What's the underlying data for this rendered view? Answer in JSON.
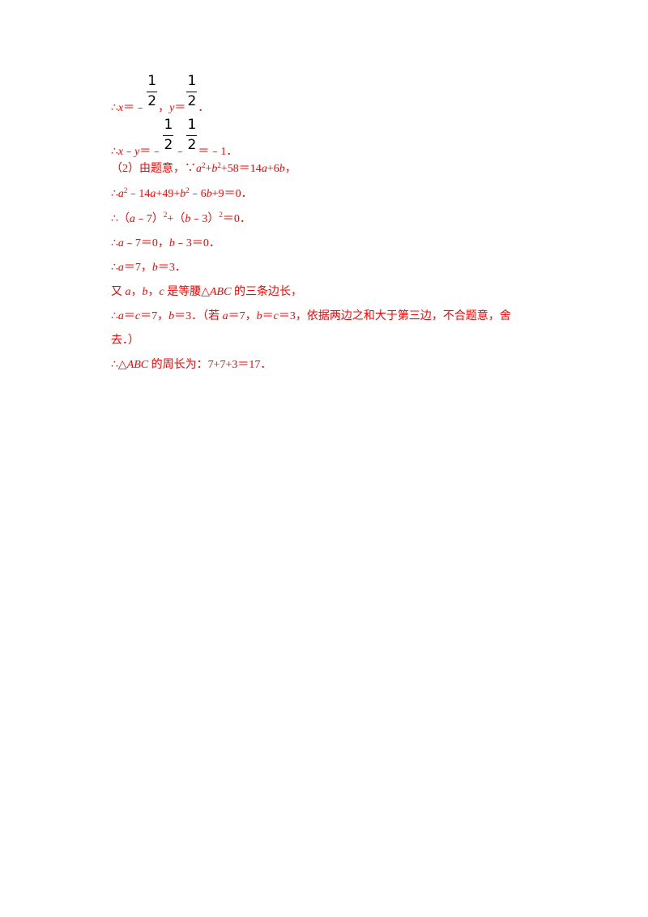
{
  "lines": {
    "l1": {
      "prefix": "∴",
      "x": "x",
      "eq1": "＝﹣",
      "frac1": {
        "num": "1",
        "den": "2"
      },
      "sep": "，",
      "y": "y",
      "eq2": "＝",
      "frac2": {
        "num": "1",
        "den": "2"
      },
      "end": "．"
    },
    "l2": {
      "prefix": "∴",
      "x": "x",
      "minus1": "﹣",
      "y": "y",
      "eq": "＝﹣",
      "frac1": {
        "num": "1",
        "den": "2"
      },
      "minus2": "﹣",
      "frac2": {
        "num": "1",
        "den": "2"
      },
      "result": "＝﹣1．"
    },
    "l3": {
      "label": "（2）由题意，∵",
      "a": "a",
      "exp": "2",
      "plus": "+",
      "b": "b",
      "exp2": "2",
      "mid": "+58＝14",
      "a2": "a",
      "plus2": "+6",
      "b2": "b",
      "end": "，"
    },
    "l4": {
      "prefix": "∴",
      "a": "a",
      "exp": "2",
      "t1": "﹣14",
      "a2": "a",
      "t2": "+49+",
      "b": "b",
      "exp2": "2",
      "t3": "﹣6",
      "b2": "b",
      "t4": "+9＝0．"
    },
    "l5": {
      "prefix": "∴（",
      "a": "a",
      "t1": "﹣7）",
      "exp": "2",
      "t2": "+（",
      "b": "b",
      "t3": "﹣3）",
      "exp2": "2",
      "t4": "＝0．"
    },
    "l6": {
      "prefix": "∴",
      "a": "a",
      "t1": "﹣7＝0，",
      "b": "b",
      "t2": "﹣3＝0．"
    },
    "l7": {
      "prefix": "∴",
      "a": "a",
      "t1": "＝7，",
      "b": "b",
      "t2": "＝3．"
    },
    "l8": {
      "prefix": "又 ",
      "a": "a",
      "sep1": "，",
      "b": "b",
      "sep2": "，",
      "c": "c",
      "t1": " 是等腰△",
      "abc": "ABC",
      "t2": " 的三条边长，"
    },
    "l9": {
      "prefix": "∴",
      "a": "a",
      "t1": "＝",
      "c": "c",
      "t2": "＝7，",
      "b": "b",
      "t3": "＝3．（若 ",
      "a2": "a",
      "t4": "＝7，",
      "b2": "b",
      "t5": "＝",
      "c2": "c",
      "t6": "＝3，依据两边之和大于第三边，不合题意，舍"
    },
    "l10": {
      "text": "去．）"
    },
    "l11": {
      "prefix": "∴△",
      "abc": "ABC",
      "t1": " 的周长为：7+7+3＝17．"
    }
  }
}
